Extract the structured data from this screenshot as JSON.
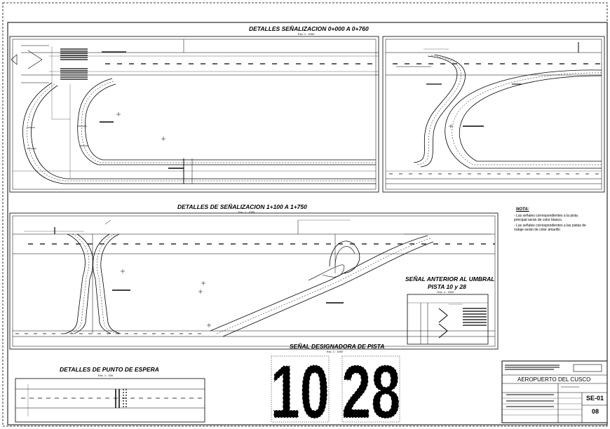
{
  "sheet": {
    "section_1_title": "DETALLES SEÑALIZACION 0+000 A 0+760",
    "section_1_scale": "Esc. 1 : 1000",
    "section_2_title": "DETALLES DE SEÑALIZACION 1+100 A 1+750",
    "section_2_scale": "Esc. 1 : 1000",
    "threshold_title_line1": "SEÑAL ANTERIOR AL UMBRAL",
    "threshold_title_line2": "PISTA 10 y 28",
    "threshold_scale": "Esc. 1 : 1000",
    "designator_title": "SEÑAL DESIGNADORA DE PISTA",
    "designator_scale": "Esc. 1 : 1000",
    "holding_title": "DETALLES DE PUNTO DE ESPERA",
    "holding_scale": "Esc. 1 : 100",
    "runway_numbers": [
      "10",
      "28"
    ]
  },
  "note": {
    "heading": "NOTA:",
    "lines": [
      "- Las señales correspondientes a la pista",
      "  principal serán de color blanco.",
      "- Las señales correspondientes a las pistas de",
      "  rodaje serán de color amarillo"
    ]
  },
  "title_block": {
    "project": "AEROPUERTO DEL CUSCO",
    "sheet_code": "SE-01",
    "sheet_number": "08"
  },
  "colors": {
    "line": "#000000",
    "background": "#ffffff"
  }
}
